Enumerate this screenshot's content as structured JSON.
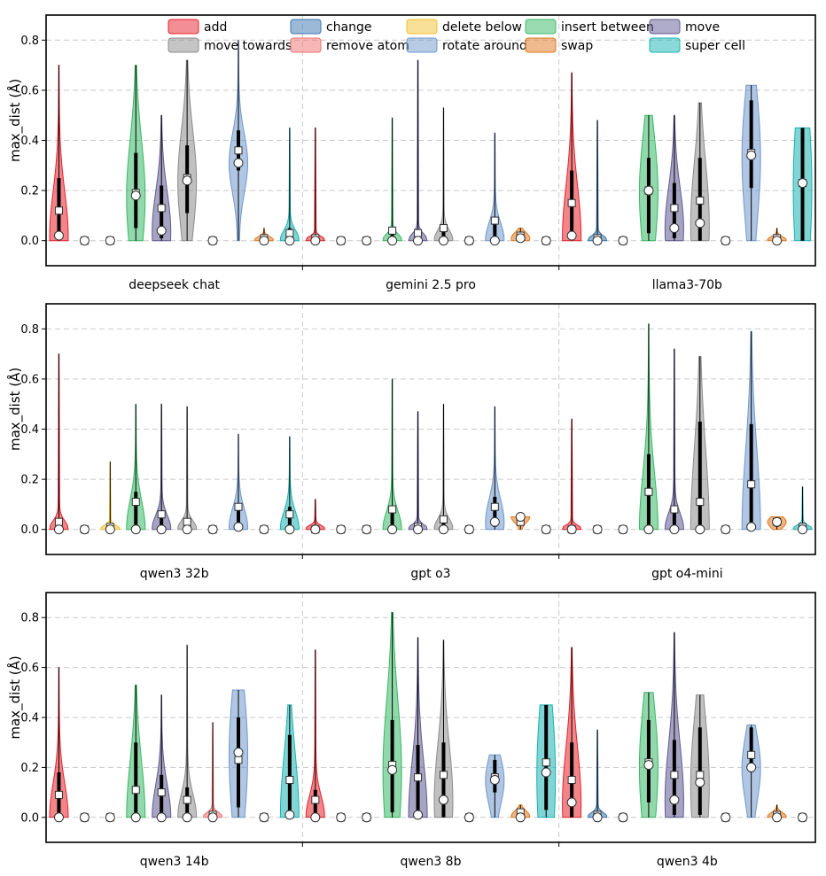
{
  "chart_data": {
    "type": "violin",
    "ylabel": "max_dist (Å)",
    "ylim": [
      -0.1,
      0.9
    ],
    "yticks": [
      0.0,
      0.2,
      0.4,
      0.6,
      0.8
    ],
    "ytick_labels": [
      "0.0",
      "0.2",
      "0.4",
      "0.6",
      "0.8"
    ],
    "grid": "dashed horizontal",
    "legend_position": "top",
    "operations": [
      {
        "name": "add",
        "color": "#e8202a"
      },
      {
        "name": "change",
        "color": "#3a76b0"
      },
      {
        "name": "delete below",
        "color": "#f2c12e"
      },
      {
        "name": "insert between",
        "color": "#37b865"
      },
      {
        "name": "move",
        "color": "#5e5a92"
      },
      {
        "name": "move towards",
        "color": "#8c8c8c"
      },
      {
        "name": "remove atom",
        "color": "#f27070"
      },
      {
        "name": "rotate around",
        "color": "#6f98cc"
      },
      {
        "name": "swap",
        "color": "#e0781e"
      },
      {
        "name": "super cell",
        "color": "#19b3b3"
      }
    ],
    "panels": [
      {
        "groups": [
          {
            "label": "deepseek chat",
            "stats": [
              {
                "max": 0.7,
                "q1": 0.01,
                "q3": 0.25,
                "median": 0.02,
                "mean": 0.12
              },
              {
                "max": 0.005,
                "q1": 0.0,
                "q3": 0.0,
                "median": 0.0,
                "mean": 0.0
              },
              {
                "max": 0.005,
                "q1": 0.0,
                "q3": 0.0,
                "median": 0.0,
                "mean": 0.0
              },
              {
                "max": 0.7,
                "q1": 0.05,
                "q3": 0.35,
                "median": 0.18,
                "mean": 0.19
              },
              {
                "max": 0.5,
                "q1": 0.01,
                "q3": 0.22,
                "median": 0.04,
                "mean": 0.13
              },
              {
                "max": 0.72,
                "q1": 0.11,
                "q3": 0.38,
                "median": 0.24,
                "mean": 0.25
              },
              {
                "max": 0.005,
                "q1": 0.0,
                "q3": 0.0,
                "median": 0.0,
                "mean": 0.0
              },
              {
                "max": 0.8,
                "q1": 0.28,
                "q3": 0.44,
                "median": 0.31,
                "mean": 0.36
              },
              {
                "max": 0.05,
                "q1": 0.0,
                "q3": 0.01,
                "median": 0.0,
                "mean": 0.01
              },
              {
                "max": 0.45,
                "q1": 0.0,
                "q3": 0.05,
                "median": 0.0,
                "mean": 0.03
              }
            ]
          },
          {
            "label": "gemini 2.5 pro",
            "stats": [
              {
                "max": 0.45,
                "q1": 0.0,
                "q3": 0.01,
                "median": 0.0,
                "mean": 0.01
              },
              {
                "max": 0.005,
                "q1": 0.0,
                "q3": 0.0,
                "median": 0.0,
                "mean": 0.0
              },
              {
                "max": 0.005,
                "q1": 0.0,
                "q3": 0.0,
                "median": 0.0,
                "mean": 0.0
              },
              {
                "max": 0.49,
                "q1": 0.0,
                "q3": 0.03,
                "median": 0.0,
                "mean": 0.04
              },
              {
                "max": 0.72,
                "q1": 0.0,
                "q3": 0.03,
                "median": 0.0,
                "mean": 0.03
              },
              {
                "max": 0.53,
                "q1": 0.0,
                "q3": 0.05,
                "median": 0.0,
                "mean": 0.05
              },
              {
                "max": 0.005,
                "q1": 0.0,
                "q3": 0.0,
                "median": 0.0,
                "mean": 0.0
              },
              {
                "max": 0.43,
                "q1": 0.0,
                "q3": 0.09,
                "median": 0.0,
                "mean": 0.08
              },
              {
                "max": 0.05,
                "q1": 0.0,
                "q3": 0.03,
                "median": 0.01,
                "mean": 0.02
              },
              {
                "max": 0.005,
                "q1": 0.0,
                "q3": 0.0,
                "median": 0.0,
                "mean": 0.0
              }
            ]
          },
          {
            "label": "llama3-70b",
            "stats": [
              {
                "max": 0.67,
                "q1": 0.01,
                "q3": 0.28,
                "median": 0.02,
                "mean": 0.15
              },
              {
                "max": 0.48,
                "q1": 0.0,
                "q3": 0.02,
                "median": 0.0,
                "mean": 0.01
              },
              {
                "max": 0.005,
                "q1": 0.0,
                "q3": 0.0,
                "median": 0.0,
                "mean": 0.0
              },
              {
                "max": 0.5,
                "q1": 0.03,
                "q3": 0.33,
                "median": 0.2,
                "mean": 0.2
              },
              {
                "max": 0.5,
                "q1": 0.01,
                "q3": 0.23,
                "median": 0.05,
                "mean": 0.13
              },
              {
                "max": 0.55,
                "q1": 0.0,
                "q3": 0.33,
                "median": 0.07,
                "mean": 0.16
              },
              {
                "max": 0.005,
                "q1": 0.0,
                "q3": 0.0,
                "median": 0.0,
                "mean": 0.0
              },
              {
                "max": 0.62,
                "q1": 0.21,
                "q3": 0.56,
                "median": 0.34,
                "mean": 0.35
              },
              {
                "max": 0.05,
                "q1": 0.0,
                "q3": 0.01,
                "median": 0.0,
                "mean": 0.01
              },
              {
                "max": 0.45,
                "q1": 0.0,
                "q3": 0.45,
                "median": 0.23,
                "mean": 0.23
              }
            ]
          }
        ]
      },
      {
        "groups": [
          {
            "label": "qwen3 32b",
            "stats": [
              {
                "max": 0.7,
                "q1": 0.0,
                "q3": 0.04,
                "median": 0.0,
                "mean": 0.03
              },
              {
                "max": 0.005,
                "q1": 0.0,
                "q3": 0.0,
                "median": 0.0,
                "mean": 0.0
              },
              {
                "max": 0.27,
                "q1": 0.0,
                "q3": 0.01,
                "median": 0.0,
                "mean": 0.01
              },
              {
                "max": 0.5,
                "q1": 0.0,
                "q3": 0.15,
                "median": 0.0,
                "mean": 0.11
              },
              {
                "max": 0.5,
                "q1": 0.0,
                "q3": 0.07,
                "median": 0.0,
                "mean": 0.06
              },
              {
                "max": 0.49,
                "q1": 0.0,
                "q3": 0.04,
                "median": 0.0,
                "mean": 0.03
              },
              {
                "max": 0.005,
                "q1": 0.0,
                "q3": 0.0,
                "median": 0.0,
                "mean": 0.0
              },
              {
                "max": 0.38,
                "q1": 0.0,
                "q3": 0.1,
                "median": 0.01,
                "mean": 0.09
              },
              {
                "max": 0.005,
                "q1": 0.0,
                "q3": 0.0,
                "median": 0.0,
                "mean": 0.0
              },
              {
                "max": 0.37,
                "q1": 0.0,
                "q3": 0.09,
                "median": 0.0,
                "mean": 0.06
              }
            ]
          },
          {
            "label": "gpt o3",
            "stats": [
              {
                "max": 0.12,
                "q1": 0.0,
                "q3": 0.0,
                "median": 0.0,
                "mean": 0.0
              },
              {
                "max": 0.005,
                "q1": 0.0,
                "q3": 0.0,
                "median": 0.0,
                "mean": 0.0
              },
              {
                "max": 0.005,
                "q1": 0.0,
                "q3": 0.0,
                "median": 0.0,
                "mean": 0.0
              },
              {
                "max": 0.6,
                "q1": 0.0,
                "q3": 0.09,
                "median": 0.0,
                "mean": 0.08
              },
              {
                "max": 0.47,
                "q1": 0.0,
                "q3": 0.02,
                "median": 0.0,
                "mean": 0.01
              },
              {
                "max": 0.5,
                "q1": 0.0,
                "q3": 0.05,
                "median": 0.0,
                "mean": 0.04
              },
              {
                "max": 0.005,
                "q1": 0.0,
                "q3": 0.0,
                "median": 0.0,
                "mean": 0.0
              },
              {
                "max": 0.49,
                "q1": 0.01,
                "q3": 0.13,
                "median": 0.03,
                "mean": 0.09
              },
              {
                "max": 0.05,
                "q1": 0.02,
                "q3": 0.05,
                "median": 0.05,
                "mean": 0.03
              },
              {
                "max": 0.005,
                "q1": 0.0,
                "q3": 0.0,
                "median": 0.0,
                "mean": 0.0
              }
            ]
          },
          {
            "label": "gpt o4-mini",
            "stats": [
              {
                "max": 0.44,
                "q1": 0.0,
                "q3": 0.01,
                "median": 0.0,
                "mean": 0.0
              },
              {
                "max": 0.005,
                "q1": 0.0,
                "q3": 0.0,
                "median": 0.0,
                "mean": 0.0
              },
              {
                "max": 0.005,
                "q1": 0.0,
                "q3": 0.0,
                "median": 0.0,
                "mean": 0.0
              },
              {
                "max": 0.82,
                "q1": 0.0,
                "q3": 0.3,
                "median": 0.0,
                "mean": 0.15
              },
              {
                "max": 0.72,
                "q1": 0.0,
                "q3": 0.08,
                "median": 0.0,
                "mean": 0.08
              },
              {
                "max": 0.69,
                "q1": 0.0,
                "q3": 0.43,
                "median": 0.0,
                "mean": 0.11
              },
              {
                "max": 0.005,
                "q1": 0.0,
                "q3": 0.0,
                "median": 0.0,
                "mean": 0.0
              },
              {
                "max": 0.79,
                "q1": 0.01,
                "q3": 0.42,
                "median": 0.01,
                "mean": 0.18
              },
              {
                "max": 0.05,
                "q1": 0.01,
                "q3": 0.04,
                "median": 0.03,
                "mean": 0.03
              },
              {
                "max": 0.17,
                "q1": 0.0,
                "q3": 0.01,
                "median": 0.0,
                "mean": 0.01
              }
            ]
          }
        ]
      },
      {
        "groups": [
          {
            "label": "qwen3 14b",
            "stats": [
              {
                "max": 0.6,
                "q1": 0.0,
                "q3": 0.18,
                "median": 0.0,
                "mean": 0.09
              },
              {
                "max": 0.005,
                "q1": 0.0,
                "q3": 0.0,
                "median": 0.0,
                "mean": 0.0
              },
              {
                "max": 0.005,
                "q1": 0.0,
                "q3": 0.0,
                "median": 0.0,
                "mean": 0.0
              },
              {
                "max": 0.53,
                "q1": 0.0,
                "q3": 0.3,
                "median": 0.0,
                "mean": 0.11
              },
              {
                "max": 0.49,
                "q1": 0.0,
                "q3": 0.17,
                "median": 0.0,
                "mean": 0.1
              },
              {
                "max": 0.69,
                "q1": 0.0,
                "q3": 0.12,
                "median": 0.0,
                "mean": 0.07
              },
              {
                "max": 0.38,
                "q1": 0.0,
                "q3": 0.02,
                "median": 0.0,
                "mean": 0.01
              },
              {
                "max": 0.51,
                "q1": 0.04,
                "q3": 0.4,
                "median": 0.26,
                "mean": 0.23
              },
              {
                "max": 0.005,
                "q1": 0.0,
                "q3": 0.0,
                "median": 0.0,
                "mean": 0.0
              },
              {
                "max": 0.45,
                "q1": 0.0,
                "q3": 0.33,
                "median": 0.01,
                "mean": 0.15
              }
            ]
          },
          {
            "label": "qwen3 8b",
            "stats": [
              {
                "max": 0.67,
                "q1": 0.0,
                "q3": 0.11,
                "median": 0.0,
                "mean": 0.07
              },
              {
                "max": 0.005,
                "q1": 0.0,
                "q3": 0.0,
                "median": 0.0,
                "mean": 0.0
              },
              {
                "max": 0.005,
                "q1": 0.0,
                "q3": 0.0,
                "median": 0.0,
                "mean": 0.0
              },
              {
                "max": 0.82,
                "q1": 0.02,
                "q3": 0.39,
                "median": 0.19,
                "mean": 0.21
              },
              {
                "max": 0.72,
                "q1": 0.0,
                "q3": 0.29,
                "median": 0.01,
                "mean": 0.16
              },
              {
                "max": 0.71,
                "q1": 0.0,
                "q3": 0.3,
                "median": 0.07,
                "mean": 0.17
              },
              {
                "max": 0.005,
                "q1": 0.0,
                "q3": 0.0,
                "median": 0.0,
                "mean": 0.0
              },
              {
                "max": 0.25,
                "q1": 0.1,
                "q3": 0.23,
                "median": 0.15,
                "mean": 0.16
              },
              {
                "max": 0.05,
                "q1": 0.0,
                "q3": 0.03,
                "median": 0.0,
                "mean": 0.02
              },
              {
                "max": 0.45,
                "q1": 0.03,
                "q3": 0.45,
                "median": 0.18,
                "mean": 0.22
              }
            ]
          },
          {
            "label": "qwen3 4b",
            "stats": [
              {
                "max": 0.68,
                "q1": 0.0,
                "q3": 0.3,
                "median": 0.06,
                "mean": 0.15
              },
              {
                "max": 0.35,
                "q1": 0.0,
                "q3": 0.02,
                "median": 0.0,
                "mean": 0.01
              },
              {
                "max": 0.005,
                "q1": 0.0,
                "q3": 0.0,
                "median": 0.0,
                "mean": 0.0
              },
              {
                "max": 0.5,
                "q1": 0.06,
                "q3": 0.39,
                "median": 0.21,
                "mean": 0.22
              },
              {
                "max": 0.74,
                "q1": 0.01,
                "q3": 0.31,
                "median": 0.07,
                "mean": 0.17
              },
              {
                "max": 0.49,
                "q1": 0.01,
                "q3": 0.36,
                "median": 0.14,
                "mean": 0.17
              },
              {
                "max": 0.005,
                "q1": 0.0,
                "q3": 0.0,
                "median": 0.0,
                "mean": 0.0
              },
              {
                "max": 0.37,
                "q1": 0.18,
                "q3": 0.36,
                "median": 0.2,
                "mean": 0.25
              },
              {
                "max": 0.05,
                "q1": 0.0,
                "q3": 0.02,
                "median": 0.0,
                "mean": 0.01
              },
              {
                "max": 0.005,
                "q1": 0.0,
                "q3": 0.0,
                "median": 0.0,
                "mean": 0.0
              }
            ]
          }
        ]
      }
    ]
  }
}
